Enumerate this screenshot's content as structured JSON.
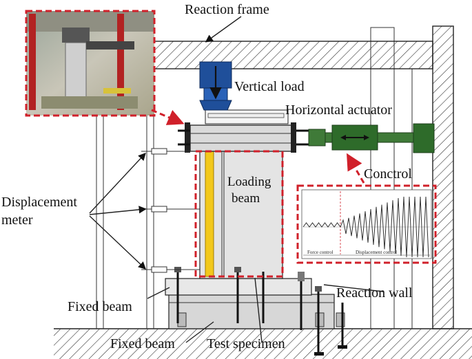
{
  "labels": {
    "reaction_frame": "Reaction frame",
    "vertical_load": "Vertical load",
    "horizontal_actuator": "Horizontal actuator",
    "control": "Conctrol",
    "loading_beam_line1": "Loading",
    "loading_beam_line2": "beam",
    "displacement_meter_line1": "Displacement",
    "displacement_meter_line2": "meter",
    "reaction_wall": "Reaction wall",
    "fixed_beam_upper": "Fixed beam",
    "fixed_beam_lower": "Fixed beam",
    "test_specimen": "Test specimen"
  },
  "control_chart": {
    "force_control_label": "Force control",
    "displacement_control_label": "Displacement control"
  },
  "colors": {
    "highlight_red": "#d0202a",
    "actuator_green": "#2e6b2a",
    "vertical_jack_blue": "#1f4f9a",
    "column_yellow": "#f2c81c"
  }
}
